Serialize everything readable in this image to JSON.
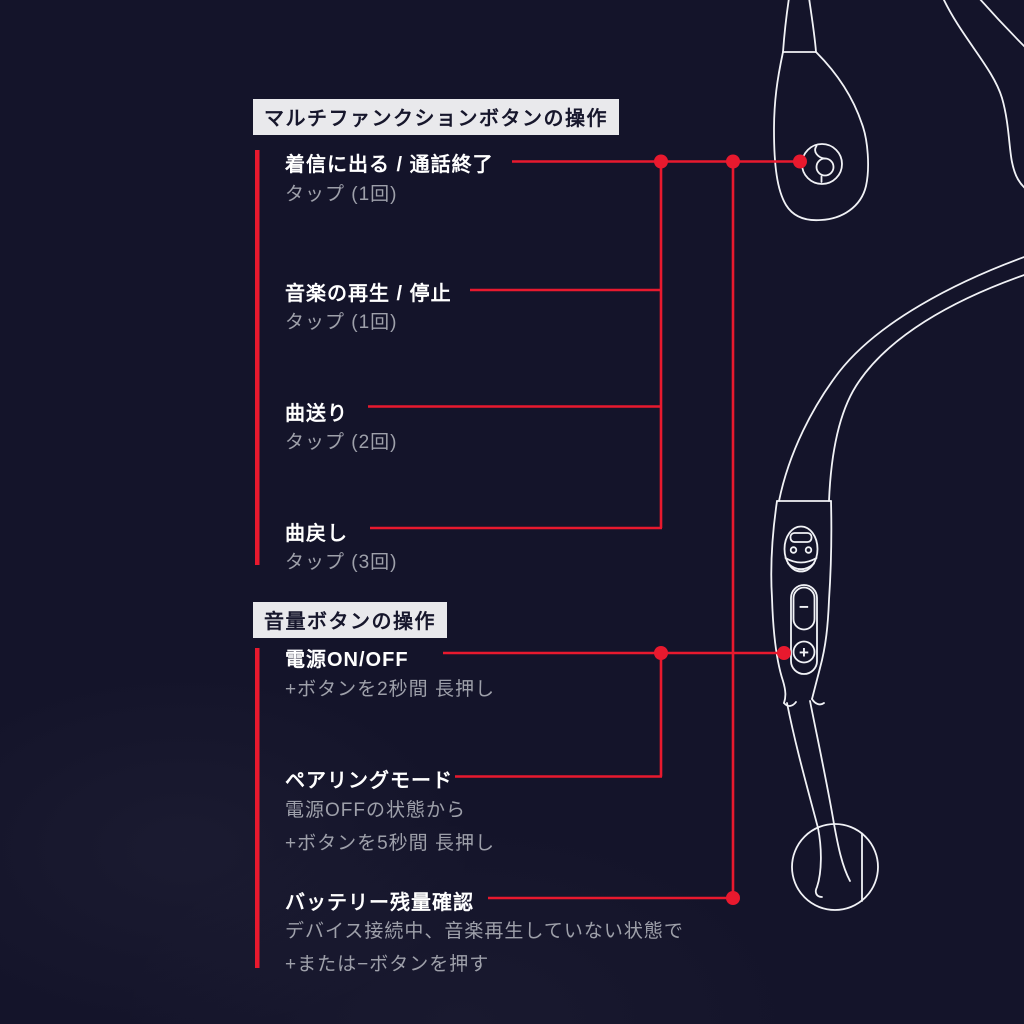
{
  "page": {
    "background_color": "#14142A",
    "accent_red": "#E8192E",
    "line_art_color": "#F1F2F6",
    "header_bg": "#E9E9EC",
    "header_text_color": "#17172C",
    "label_text_color": "#FFFFFF",
    "sub_text_color": "#9EA0AA"
  },
  "sections": [
    {
      "header": "マルチファンクションボタンの操作",
      "items": [
        {
          "label": "着信に出る / 通話終了",
          "sub": [
            "タップ (1回)"
          ]
        },
        {
          "label": "音楽の再生 / 停止",
          "sub": [
            "タップ (1回)"
          ]
        },
        {
          "label": "曲送り",
          "sub": [
            "タップ (2回)"
          ]
        },
        {
          "label": "曲戻し",
          "sub": [
            "タップ (3回)"
          ]
        }
      ]
    },
    {
      "header": "音量ボタンの操作",
      "items": [
        {
          "label": "電源ON/OFF",
          "sub": [
            "+ボタンを2秒間 長押し"
          ]
        },
        {
          "label": "ペアリングモード",
          "sub": [
            "電源OFFの状態から",
            "+ボタンを5秒間 長押し"
          ]
        },
        {
          "label": "バッテリー残量確認",
          "sub": [
            "デバイス接続中、音楽再生していない状態で",
            "+または−ボタンを押す"
          ]
        }
      ]
    }
  ],
  "illustration": {
    "volume_minus_glyph": "−",
    "volume_plus_glyph": "+"
  }
}
